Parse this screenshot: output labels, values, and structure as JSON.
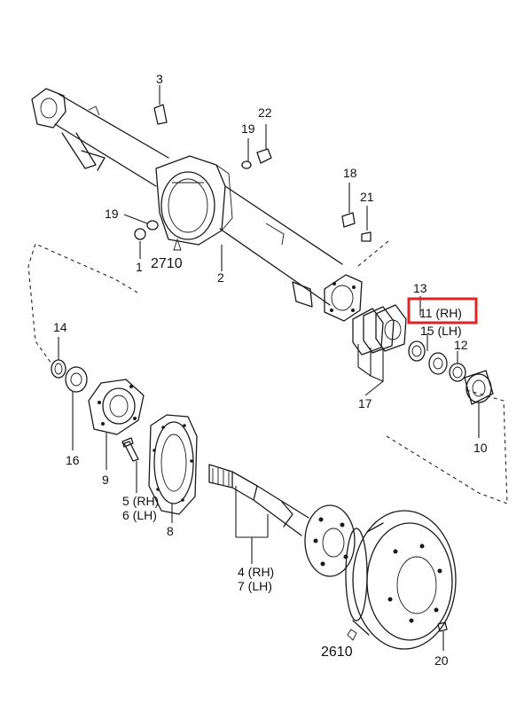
{
  "labels": {
    "p3": "3",
    "p22": "22",
    "p19a": "19",
    "p19b": "19",
    "p1": "1",
    "p2710": "2710",
    "p2": "2",
    "p18": "18",
    "p21": "21",
    "p13": "13",
    "p11": "11 (RH)",
    "p15": "15 (LH)",
    "p12": "12",
    "p14": "14",
    "p16": "16",
    "p9": "9",
    "p5": "5 (RH)",
    "p6": "6 (LH)",
    "p8": "8",
    "p17": "17",
    "p10": "10",
    "p4": "4 (RH)",
    "p7": "7 (LH)",
    "p2610": "2610",
    "p20": "20"
  },
  "highlight": {
    "target": "11 (RH)",
    "color": "#e02424"
  }
}
